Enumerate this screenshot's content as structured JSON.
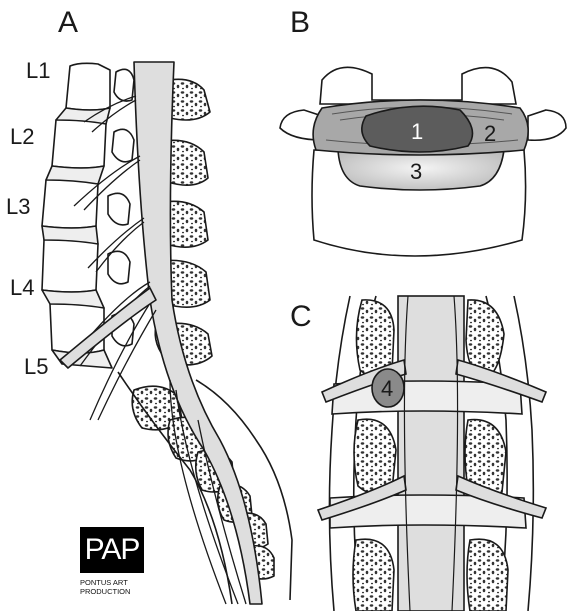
{
  "panels": {
    "a": "A",
    "b": "B",
    "c": "C"
  },
  "vertebra_labels": [
    "L1",
    "L2",
    "L3",
    "L4",
    "L5"
  ],
  "disc_parts": [
    "1",
    "2",
    "3"
  ],
  "foramen_marker": "4",
  "logo": {
    "mark": "PAP",
    "line1": "PONTUS ART",
    "line2": "PRODUCTION"
  },
  "colors": {
    "outline": "#1a1a1a",
    "bone": "#ffffff",
    "nerve": "#dedede",
    "nucleus": "#5c5c5c",
    "annulus": "#a8a8a8",
    "endplate": "#e8e8e8",
    "foramen": "#8a8a8a"
  }
}
